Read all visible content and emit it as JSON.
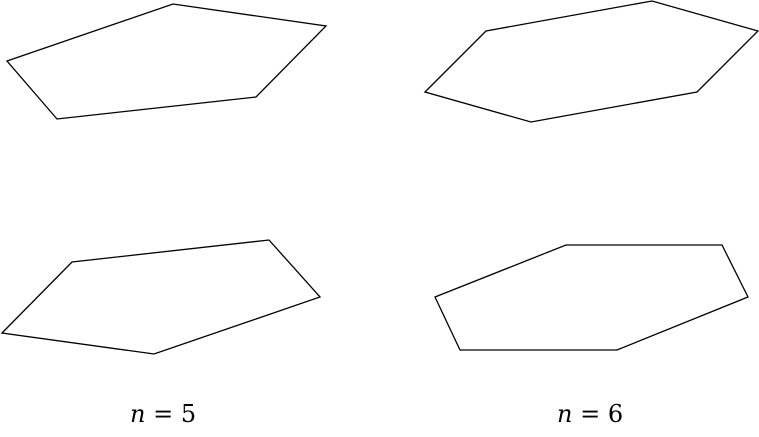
{
  "figure": {
    "colors": {
      "stroke": "#000000",
      "background": "#ffffff"
    },
    "columns": [
      {
        "vertices": 5,
        "caption": {
          "variable": "n",
          "operator": "=",
          "value": "5"
        }
      },
      {
        "vertices": 6,
        "caption": {
          "variable": "n",
          "operator": "=",
          "value": "6"
        }
      }
    ],
    "polygon_count": 4
  }
}
